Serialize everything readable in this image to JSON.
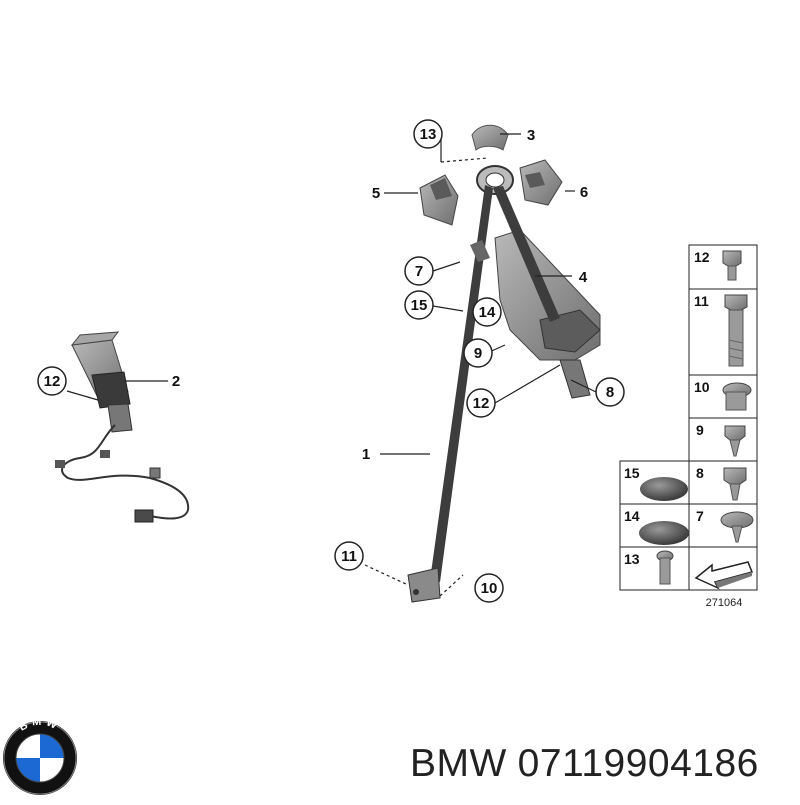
{
  "diagram": {
    "code": "271064",
    "callouts": {
      "belt": "1",
      "buckle": "2",
      "cover_top": "3",
      "bracket": "4",
      "cover_left": "5",
      "cover_right": "6",
      "guide_screw": "7",
      "lower_screw": "8",
      "bracket_screw": "9",
      "anchor_bolt_b": "10",
      "anchor_bolt_a": "11",
      "bracket_bolt": "12",
      "buckle_bolt": "12",
      "top_screw": "13",
      "plug_a": "14",
      "plug_b": "15"
    },
    "legend": [
      "12",
      "11",
      "10",
      "9",
      "15",
      "8",
      "14",
      "7",
      "13"
    ]
  },
  "brand": {
    "name": "BMW",
    "part_number": "07119904186",
    "logo_text": "BMW"
  },
  "colors": {
    "part_gray": "#8a8a8a",
    "belt_dark": "#3a3a3a",
    "line": "#222222",
    "logo_blue": "#1c69d4"
  }
}
